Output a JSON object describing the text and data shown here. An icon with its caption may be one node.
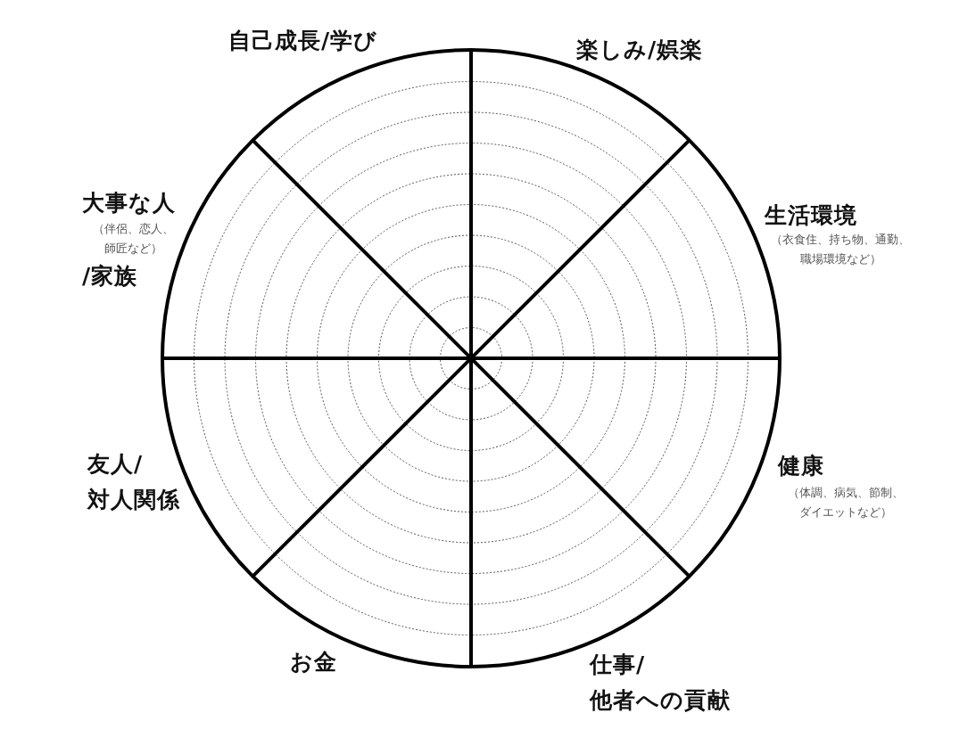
{
  "diagram": {
    "labels": [
      "自己成長/学び",
      "楽しみ/娯楽",
      "大事な人",
      "（伴侶、恋人、師匠など）",
      "/家族",
      "生活環境",
      "（衣食住、持ち物、通勤、職場環境など）",
      "友人/対人関係",
      "健康",
      "（体調、病気、節制、ダイエットなど）",
      "お金",
      "仕事/他者への貢献"
    ]
  }
}
